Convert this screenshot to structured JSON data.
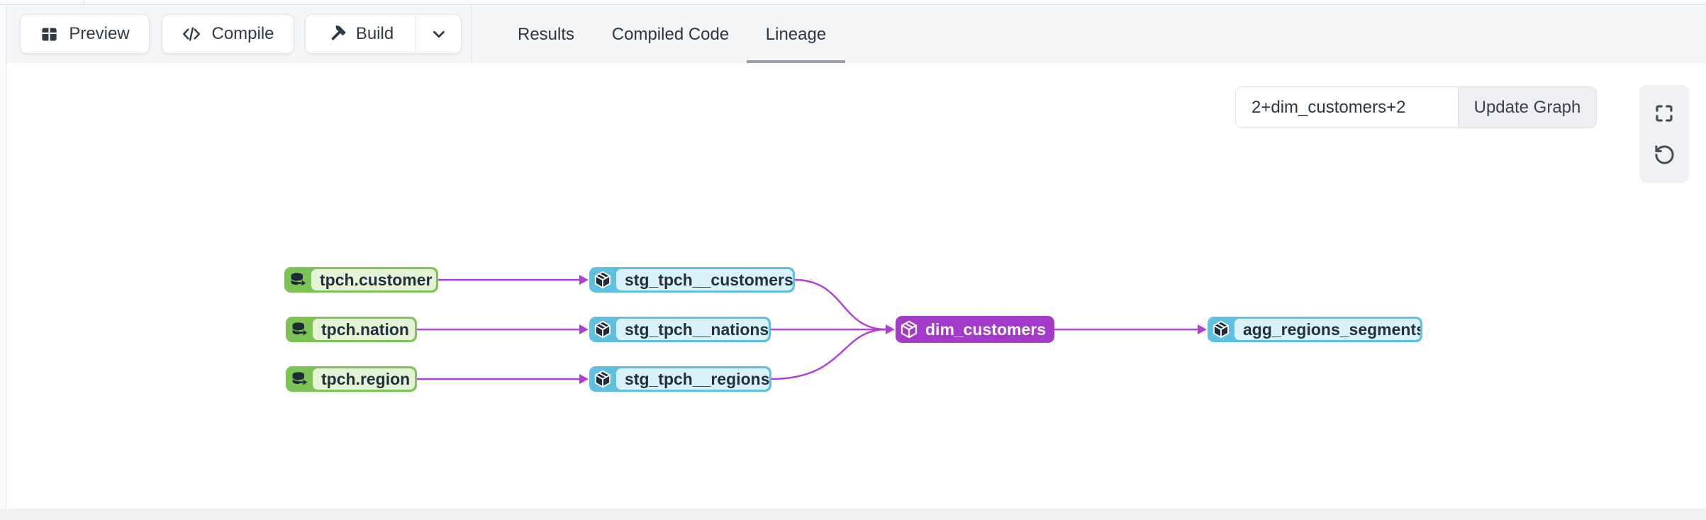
{
  "toolbar": {
    "preview": "Preview",
    "compile": "Compile",
    "build": "Build"
  },
  "tabs": {
    "results": "Results",
    "compiled_code": "Compiled Code",
    "lineage": "Lineage",
    "active_tab": "Lineage"
  },
  "lineage_panel": {
    "selector_value": "2+dim_customers+2",
    "update_button": "Update Graph"
  },
  "graph": {
    "nodes": [
      {
        "label": "tpch.customer",
        "type": "source"
      },
      {
        "label": "tpch.nation",
        "type": "source"
      },
      {
        "label": "tpch.region",
        "type": "source"
      },
      {
        "label": "stg_tpch__customers",
        "type": "model"
      },
      {
        "label": "stg_tpch__nations",
        "type": "model"
      },
      {
        "label": "stg_tpch__regions",
        "type": "model"
      },
      {
        "label": "dim_customers",
        "type": "model-selected"
      },
      {
        "label": "agg_regions_segments",
        "type": "model"
      }
    ],
    "edges": [
      {
        "from": "tpch.customer",
        "to": "stg_tpch__customers"
      },
      {
        "from": "tpch.nation",
        "to": "stg_tpch__nations"
      },
      {
        "from": "tpch.region",
        "to": "stg_tpch__regions"
      },
      {
        "from": "stg_tpch__customers",
        "to": "dim_customers"
      },
      {
        "from": "stg_tpch__nations",
        "to": "dim_customers"
      },
      {
        "from": "stg_tpch__regions",
        "to": "dim_customers"
      },
      {
        "from": "dim_customers",
        "to": "agg_regions_segments"
      }
    ]
  },
  "icons": {
    "preview": "table-icon",
    "compile": "code-icon",
    "build": "hammer-icon",
    "build_more": "chevron-down-icon",
    "fullscreen": "fullscreen-icon",
    "reset": "rotate-ccw-icon",
    "source_node": "database-arrow-icon",
    "model_node": "cube-icon"
  },
  "colors": {
    "toolbar_bg": "#f4f5f7",
    "source_green": "#7cc453",
    "source_green_bg": "#e4f3d6",
    "model_blue": "#5fc0df",
    "model_blue_bg": "#d9f1fb",
    "selected_purple": "#a43ac9",
    "edge_purple": "#b13dd6",
    "text_dark": "#2e3a48",
    "tab_underline": "#99a0a9"
  }
}
